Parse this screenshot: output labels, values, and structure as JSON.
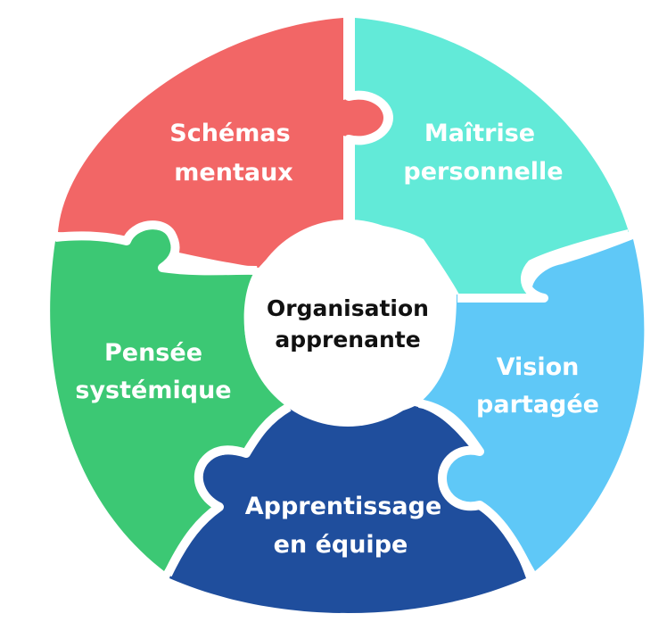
{
  "center": {
    "line1": "Organisation",
    "line2": "apprenante"
  },
  "segments": [
    {
      "line1": "Schémas",
      "line2": "mentaux",
      "color": "#f26666"
    },
    {
      "line1": "Maîtrise",
      "line2": "personnelle",
      "color": "#62ead8"
    },
    {
      "line1": "Vision",
      "line2": "partagée",
      "color": "#5fc8f7"
    },
    {
      "line1": "Apprentissage",
      "line2": "en équipe",
      "color": "#1f4e9d"
    },
    {
      "line1": "Pensée",
      "line2": "systémique",
      "color": "#3cc874"
    }
  ]
}
